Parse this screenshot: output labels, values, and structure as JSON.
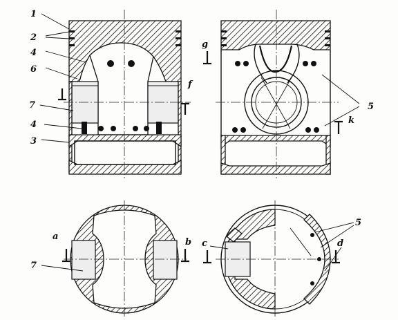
{
  "labels": {
    "n1": "1",
    "n2": "2",
    "n4a": "4",
    "n6": "6",
    "n7a": "7",
    "n4b": "4",
    "n3": "3",
    "f": "f",
    "g": "g",
    "n5a": "5",
    "k": "k",
    "a": "a",
    "b": "b",
    "n7b": "7",
    "c": "c",
    "d": "d",
    "n5b": "5"
  }
}
